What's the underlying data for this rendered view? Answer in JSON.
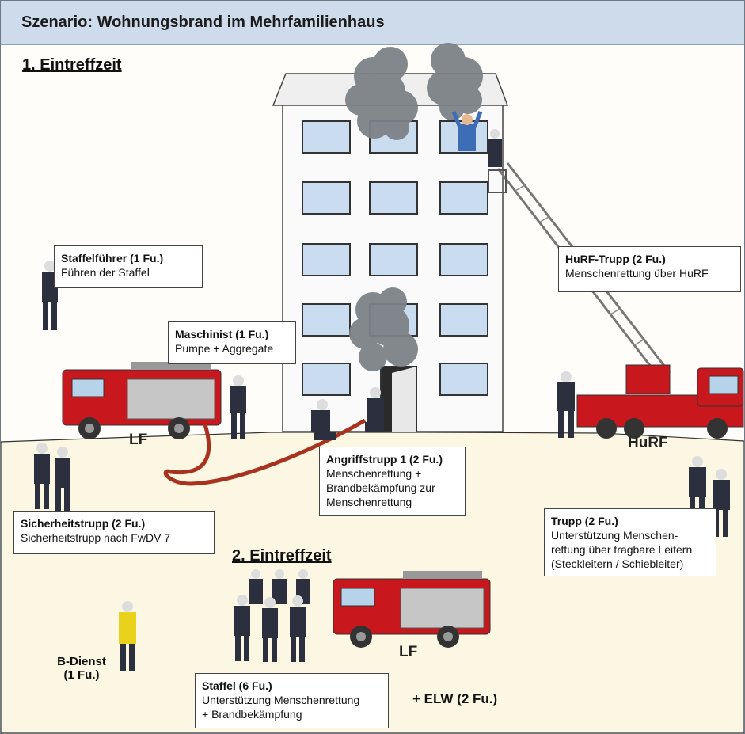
{
  "title": "Szenario:  Wohnungsbrand im Mehrfamilienhaus",
  "section1": "1. Eintreffzeit",
  "section2": "2. Eintreffzeit",
  "labels": {
    "staffelfuehrer": {
      "title": "Staffelführer (1 Fu.)",
      "text": "Führen der Staffel"
    },
    "maschinist": {
      "title": "Maschinist (1 Fu.)",
      "text": "Pumpe + Aggregate"
    },
    "hurf_trupp": {
      "title": "HuRF-Trupp (2 Fu.)",
      "text": "Menschenrettung über HuRF"
    },
    "angriffstrupp": {
      "title": "Angriffstrupp 1 (2 Fu.)",
      "text": "Menschenrettung +\nBrandbekämpfung zur\nMenschenrettung"
    },
    "sicherheitstrupp": {
      "title": "Sicherheitstrupp (2 Fu.)",
      "text": "Sicherheitstrupp nach FwDV 7"
    },
    "trupp": {
      "title": "Trupp (2 Fu.)",
      "text": "Unterstützung Menschen-\nrettung über tragbare Leitern\n(Steckleitern / Schiebleiter)"
    },
    "staffel": {
      "title": "Staffel (6 Fu.)",
      "text": "Unterstützung Menschenrettung\n+ Brandbekämpfung"
    }
  },
  "vehicles": {
    "lf1": "LF",
    "hurf": "HuRF",
    "lf2": "LF"
  },
  "bdienst": "B-Dienst\n(1 Fu.)",
  "elw": "+ ELW (2 Fu.)",
  "colors": {
    "header": "#cddbeb",
    "ground": "#fbf7e2",
    "zone2": "#e3ebd8",
    "truck_red": "#c8171d",
    "hose": "#a8321f",
    "smoke": "#7d8287"
  },
  "icons": [
    "building",
    "fire-truck",
    "aerial-ladder-truck",
    "firefighter",
    "smoke-cloud",
    "hose",
    "person-in-window"
  ]
}
